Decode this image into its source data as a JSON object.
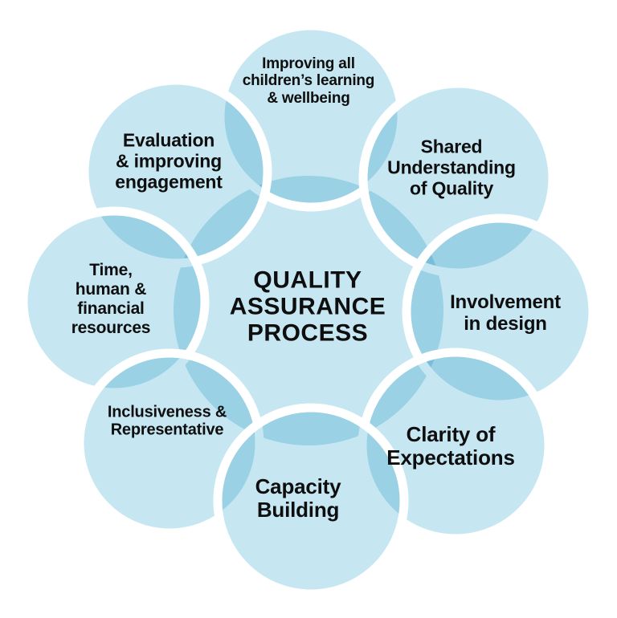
{
  "title": {
    "lines": [
      "QUALITY",
      "ASSURANCE",
      "PROCESS"
    ]
  },
  "petals": [
    {
      "name": "improving-learning",
      "lines": [
        "Improving all",
        "children’s learning",
        "& wellbeing"
      ]
    },
    {
      "name": "shared-understanding",
      "lines": [
        "Shared",
        "Understanding",
        "of Quality"
      ]
    },
    {
      "name": "involvement-in-design",
      "lines": [
        "Involvement",
        "in design"
      ]
    },
    {
      "name": "clarity-of-expectations",
      "lines": [
        "Clarity of",
        "Expectations"
      ]
    },
    {
      "name": "evaluation-engagement",
      "lines": [
        "Evaluation",
        "& improving",
        "engagement"
      ]
    },
    {
      "name": "time-human-financial",
      "lines": [
        "Time,",
        "human &",
        "financial",
        "resources"
      ]
    },
    {
      "name": "inclusiveness-representative",
      "lines": [
        "Inclusiveness &",
        "Representative"
      ]
    },
    {
      "name": "capacity-building",
      "lines": [
        "Capacity",
        "Building"
      ]
    }
  ],
  "colors": {
    "circle_fill": "#c6e7f2",
    "overlap_tint": "#9ed3e6",
    "divider": "#ffffff",
    "text": "#0e0e0e",
    "background": "#ffffff"
  }
}
